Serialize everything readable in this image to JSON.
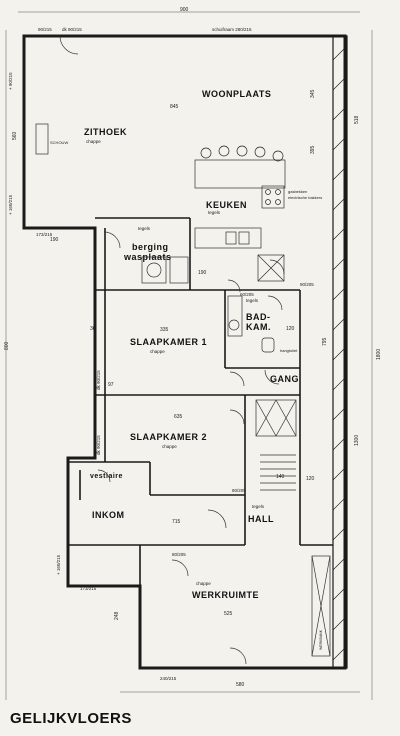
{
  "sheet": {
    "title": "GELIJKVLOERS"
  },
  "rooms": {
    "woonplaats": {
      "label": "WOONPLAATS"
    },
    "zithoek": {
      "label": "ZITHOEK",
      "finish": "chappe"
    },
    "keuken": {
      "label": "KEUKEN",
      "finish": "tegels"
    },
    "berging": {
      "label1": "berging",
      "label2": "wasplaats",
      "finish": "tegels"
    },
    "badkamer": {
      "label1": "BAD-",
      "label2": "KAM.",
      "finish": "tegels"
    },
    "slaapkamer1": {
      "label": "SLAAPKAMER 1",
      "finish": "chappe"
    },
    "gang": {
      "label": "GANG"
    },
    "slaapkamer2": {
      "label": "SLAAPKAMER 2",
      "finish": "chappe"
    },
    "vestiaire": {
      "label": "vestiaire"
    },
    "inkom": {
      "label": "INKOM"
    },
    "hall": {
      "label": "HALL",
      "finish": "tegels"
    },
    "werkruimte": {
      "label": "WERKRUIMTE",
      "finish": "chappe"
    }
  },
  "annotations": {
    "schouw": "SCHOUW",
    "gasbekken": "gasbekken",
    "elektrische_bakken": "electrische bakkers",
    "hangtoilet": "hangtoilet",
    "schuifraam": "schuifraam 280/215",
    "top_door": "90/215",
    "top_window": "dk 90/215",
    "left_window_1": "+ 90/215",
    "left_window_2": "+ 160/215",
    "left_window_3": "+ 160/215",
    "bath_window": "90/205",
    "bath_door": "60/205",
    "kitchen_window": "dk 90/215",
    "bedroom_window": "dk 90/215",
    "hall_door": "80/205",
    "werk_door": "80/205",
    "left_opening_1": "173/215",
    "left_opening_2": "173/215",
    "bottom_opening": "240/215",
    "workbench": "WERKBANK"
  },
  "dimensions": {
    "overall_width": "900",
    "overall_height_right": "1800",
    "left_total": "800",
    "width_845": "845",
    "d_560": "560",
    "d_190a": "190",
    "d_190b": "190",
    "d_335": "335",
    "d_635": "635",
    "d_715": "715",
    "d_525": "525",
    "d_580": "580",
    "d_345": "345",
    "d_395": "395",
    "d_795": "795",
    "d_1300": "1300",
    "d_518": "518",
    "d_248": "248",
    "d_120a": "120",
    "d_120b": "120",
    "d_140": "140",
    "d_30": "30",
    "d_97": "97"
  }
}
